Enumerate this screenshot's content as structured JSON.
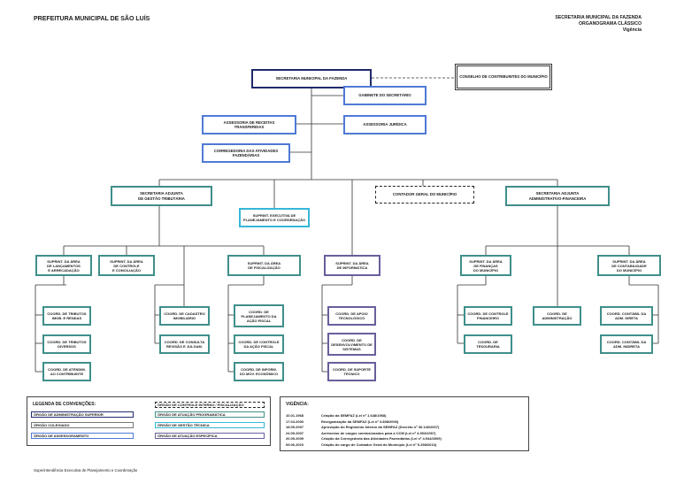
{
  "header": {
    "left_title": "PREFEITURA MUNICIPAL DE SÃO LUÍS",
    "right_line1": "SECRETARIA MUNICIPAL DA FAZENDA",
    "right_line2": "ORGANOGRAMA CLÁSSICO",
    "right_line3": "Vigência"
  },
  "org": {
    "secretaria": "SECRETARIA MUNICIPAL DA FAZENDA",
    "conselho": "CONSELHO DE CONTRIBUINTES DO MUNICÍPIO",
    "gabinete": "GABINETE DO SECRETÁRIO",
    "assessoria_receitas": "ASSESSORIA DE RECEITAS\nTRANSFERIDAS",
    "assessoria_juridica": "ASSESSORIA JURÍDICA",
    "corregedoria": "CORREGEDORIA DAS ATIVIDADES\nFAZENDÁRIAS",
    "adj_tributaria": "SECRETARIA ADJUNTA\nDE GESTÃO TRIBUTÁRIA",
    "supr_planejamento": "SUPRINT. EXECUTIVA DE\nPLANEJAMENTO E COORDENAÇÃO",
    "contador_geral": "CONTADOR GERAL DO MUNICÍPIO",
    "adj_administrativa": "SECRETARIA ADJUNTA\nADMINISTRATIVO-FINANCEIRA",
    "supr_lancamentos": "SUPRINT. DA ÁREA\nDE LANÇAMENTOS\nE ARRECADAÇÃO",
    "supr_controle": "SUPRINT. DA ÁREA\nDE CONTROLE\nE CONCILIAÇÃO",
    "supr_fiscalizacao": "SUPRINT. DA ÁREA\nDE FISCALIZAÇÃO",
    "supr_informatica": "SUPRINT. DA ÁREA\nDE INFORMÁTICA",
    "supr_financas": "SUPRINT. DA ÁREA\nDE FINANÇAS\nDO MUNICÍPIO",
    "supr_contabilidade": "SUPRINT. DA ÁREA\nDE CONTABILIDADE\nDO MUNICÍPIO",
    "coord_tributos_imob": "COORD. DE TRIBUTOS\nIMOB. E RENDAS",
    "coord_tributos_div": "COORD. DE TRIBUTOS\nDIVERSOS",
    "coord_atendim": "COORD. DE ATENDIM.\nAO CONTRIBUINTE",
    "coord_cadastro": "COORD. DE CADASTRO\nIMOBILIÁRIO",
    "coord_consulta": "COORD. DE CONSULTA\nREVISÃO E JULGAM.",
    "coord_planejamento_fiscal": "COORD. DE\nPLANEJAMENTO DA\nAÇÃO FISCAL",
    "coord_controle_fiscal": "COORD. DE CONTROLE\nDA AÇÃO FISCAL",
    "coord_inform_econ": "COORD. DE INFORM.\nDO MOV. ECONÔMICO",
    "coord_apoio": "COORD. DE APOIO\nTECNOLÓGICO",
    "coord_desenvolvimento": "COORD. DE\nDESENVOLVIMENTO DE\nSISTEMAS",
    "coord_suporte": "COORD. DE SUPORTE\nTÉCNICO",
    "coord_controle_fin": "COORD. DE CONTROLE\nFINANCEIRO",
    "coord_tesouraria": "COORD. DE\nTESOURARIA",
    "coord_administracao": "COORD. DE\nADMINISTRAÇÃO",
    "coord_contabil_direta": "COORD. CONTÁBIL DA\nADM. DIRETA",
    "coord_contabil_indireta": "COORD. CONTÁBIL DA\nADM. INDIRETA"
  },
  "legend": {
    "title": "LEGENDA DE CONVENÇÕES:",
    "items": [
      "ÓRGÃO DE ADMINISTRAÇÃO SUPERIOR",
      "ÓRGÃO COLEGIADO",
      "ÓRGÃO DE ASSESSORAMENTO",
      "ÓRGÃO DE CONTROLE INTERNO / FISCALIZAÇÃO",
      "ÓRGÃO DE ATUAÇÃO PROGRAMÁTICA",
      "ÓRGÃO DE GESTÃO TÉCNICA",
      "ÓRGÃO DE ATUAÇÃO ESPECÍFICA"
    ]
  },
  "vigencia": {
    "title": "VIGÊNCIA:",
    "rows": [
      {
        "date": "10.01.1968",
        "text": "Criação da SEMFAZ (Lei nº 1.648/1968)"
      },
      {
        "date": "17.04.2000",
        "text": "Reorganização da SEMFAZ (Lei nº 3.898/2000)"
      },
      {
        "date": "18.05.2007",
        "text": "Aprovação do Regimento Interno da SEMFAZ (Decreto nº 30.146/2007)"
      },
      {
        "date": "24.09.2007",
        "text": "Acréscimo de cargos comissionados para a CCM (Lei nº 4.902/2007)"
      },
      {
        "date": "20.05.2009",
        "text": "Criação da Corregedoria das Atividades Fazendárias (Lei nº 4.944/2009)"
      },
      {
        "date": "09.06.2010",
        "text": "Criação do cargo de Contador Geral do Município (Lei nº 5.298/2010)"
      }
    ]
  },
  "footer": "Superintendência Executiva de Planejamento e Coordenação",
  "colors": {
    "navy": "#1f2a6b",
    "teal": "#3f8f8a",
    "blue": "#4f79d6",
    "purple": "#6a5e9b",
    "cyan": "#35b7d8",
    "gray": "#777777"
  }
}
